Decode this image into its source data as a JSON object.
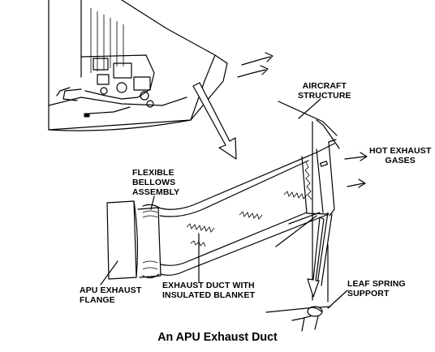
{
  "labels": {
    "aircraft_structure": [
      "AIRCRAFT",
      "STRUCTURE"
    ],
    "flexible_bellows": [
      "FLEXIBLE",
      "BELLOWS",
      "ASSEMBLY"
    ],
    "hot_exhaust": [
      "HOT EXHAUST",
      "GASES"
    ],
    "apu_flange": [
      "APU EXHAUST",
      "FLANGE"
    ],
    "exhaust_duct": [
      "EXHAUST DUCT WITH",
      "INSULATED BLANKET"
    ],
    "leaf_spring": [
      "LEAF SPRING",
      "SUPPORT"
    ]
  },
  "caption": "An APU Exhaust Duct"
}
